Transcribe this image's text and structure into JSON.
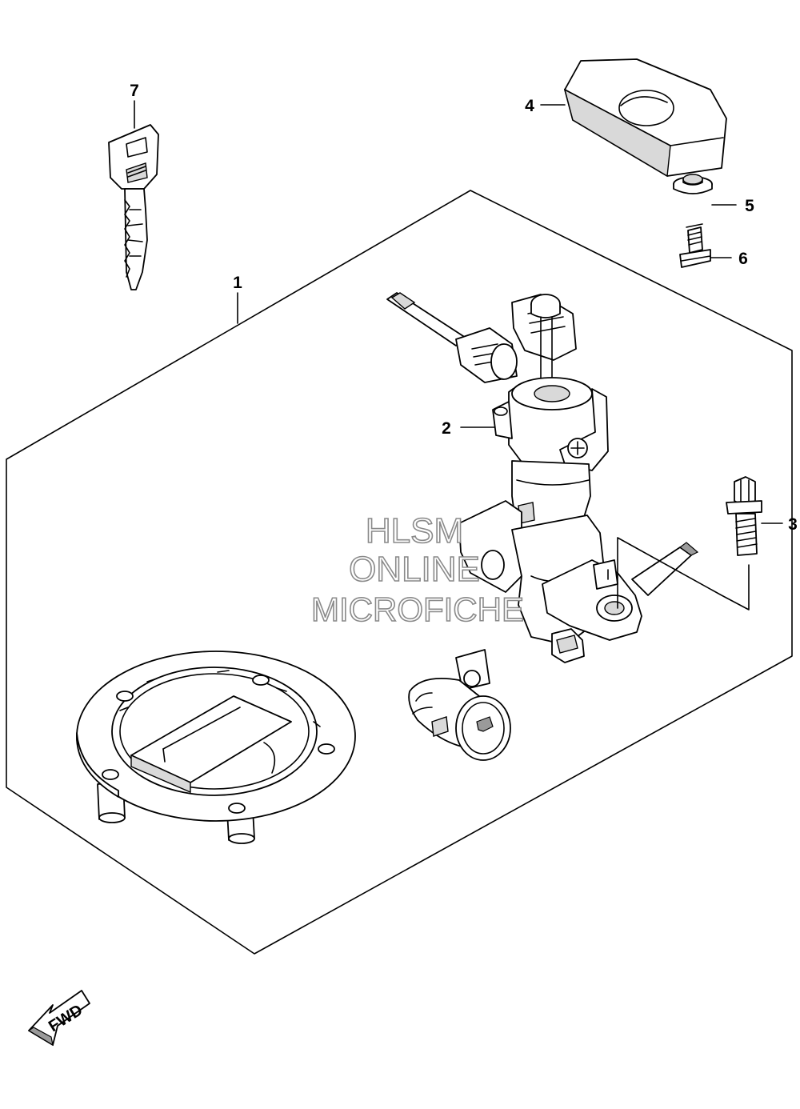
{
  "diagram": {
    "callouts": [
      {
        "id": "1",
        "label": "1"
      },
      {
        "id": "2",
        "label": "2"
      },
      {
        "id": "3",
        "label": "3"
      },
      {
        "id": "4",
        "label": "4"
      },
      {
        "id": "5",
        "label": "5"
      },
      {
        "id": "6",
        "label": "6"
      },
      {
        "id": "7",
        "label": "7"
      }
    ],
    "watermark": {
      "line1": "HLSM",
      "line2": "ONLINE",
      "line3": "MICROFICHE"
    },
    "fwd_label": "FWD"
  }
}
